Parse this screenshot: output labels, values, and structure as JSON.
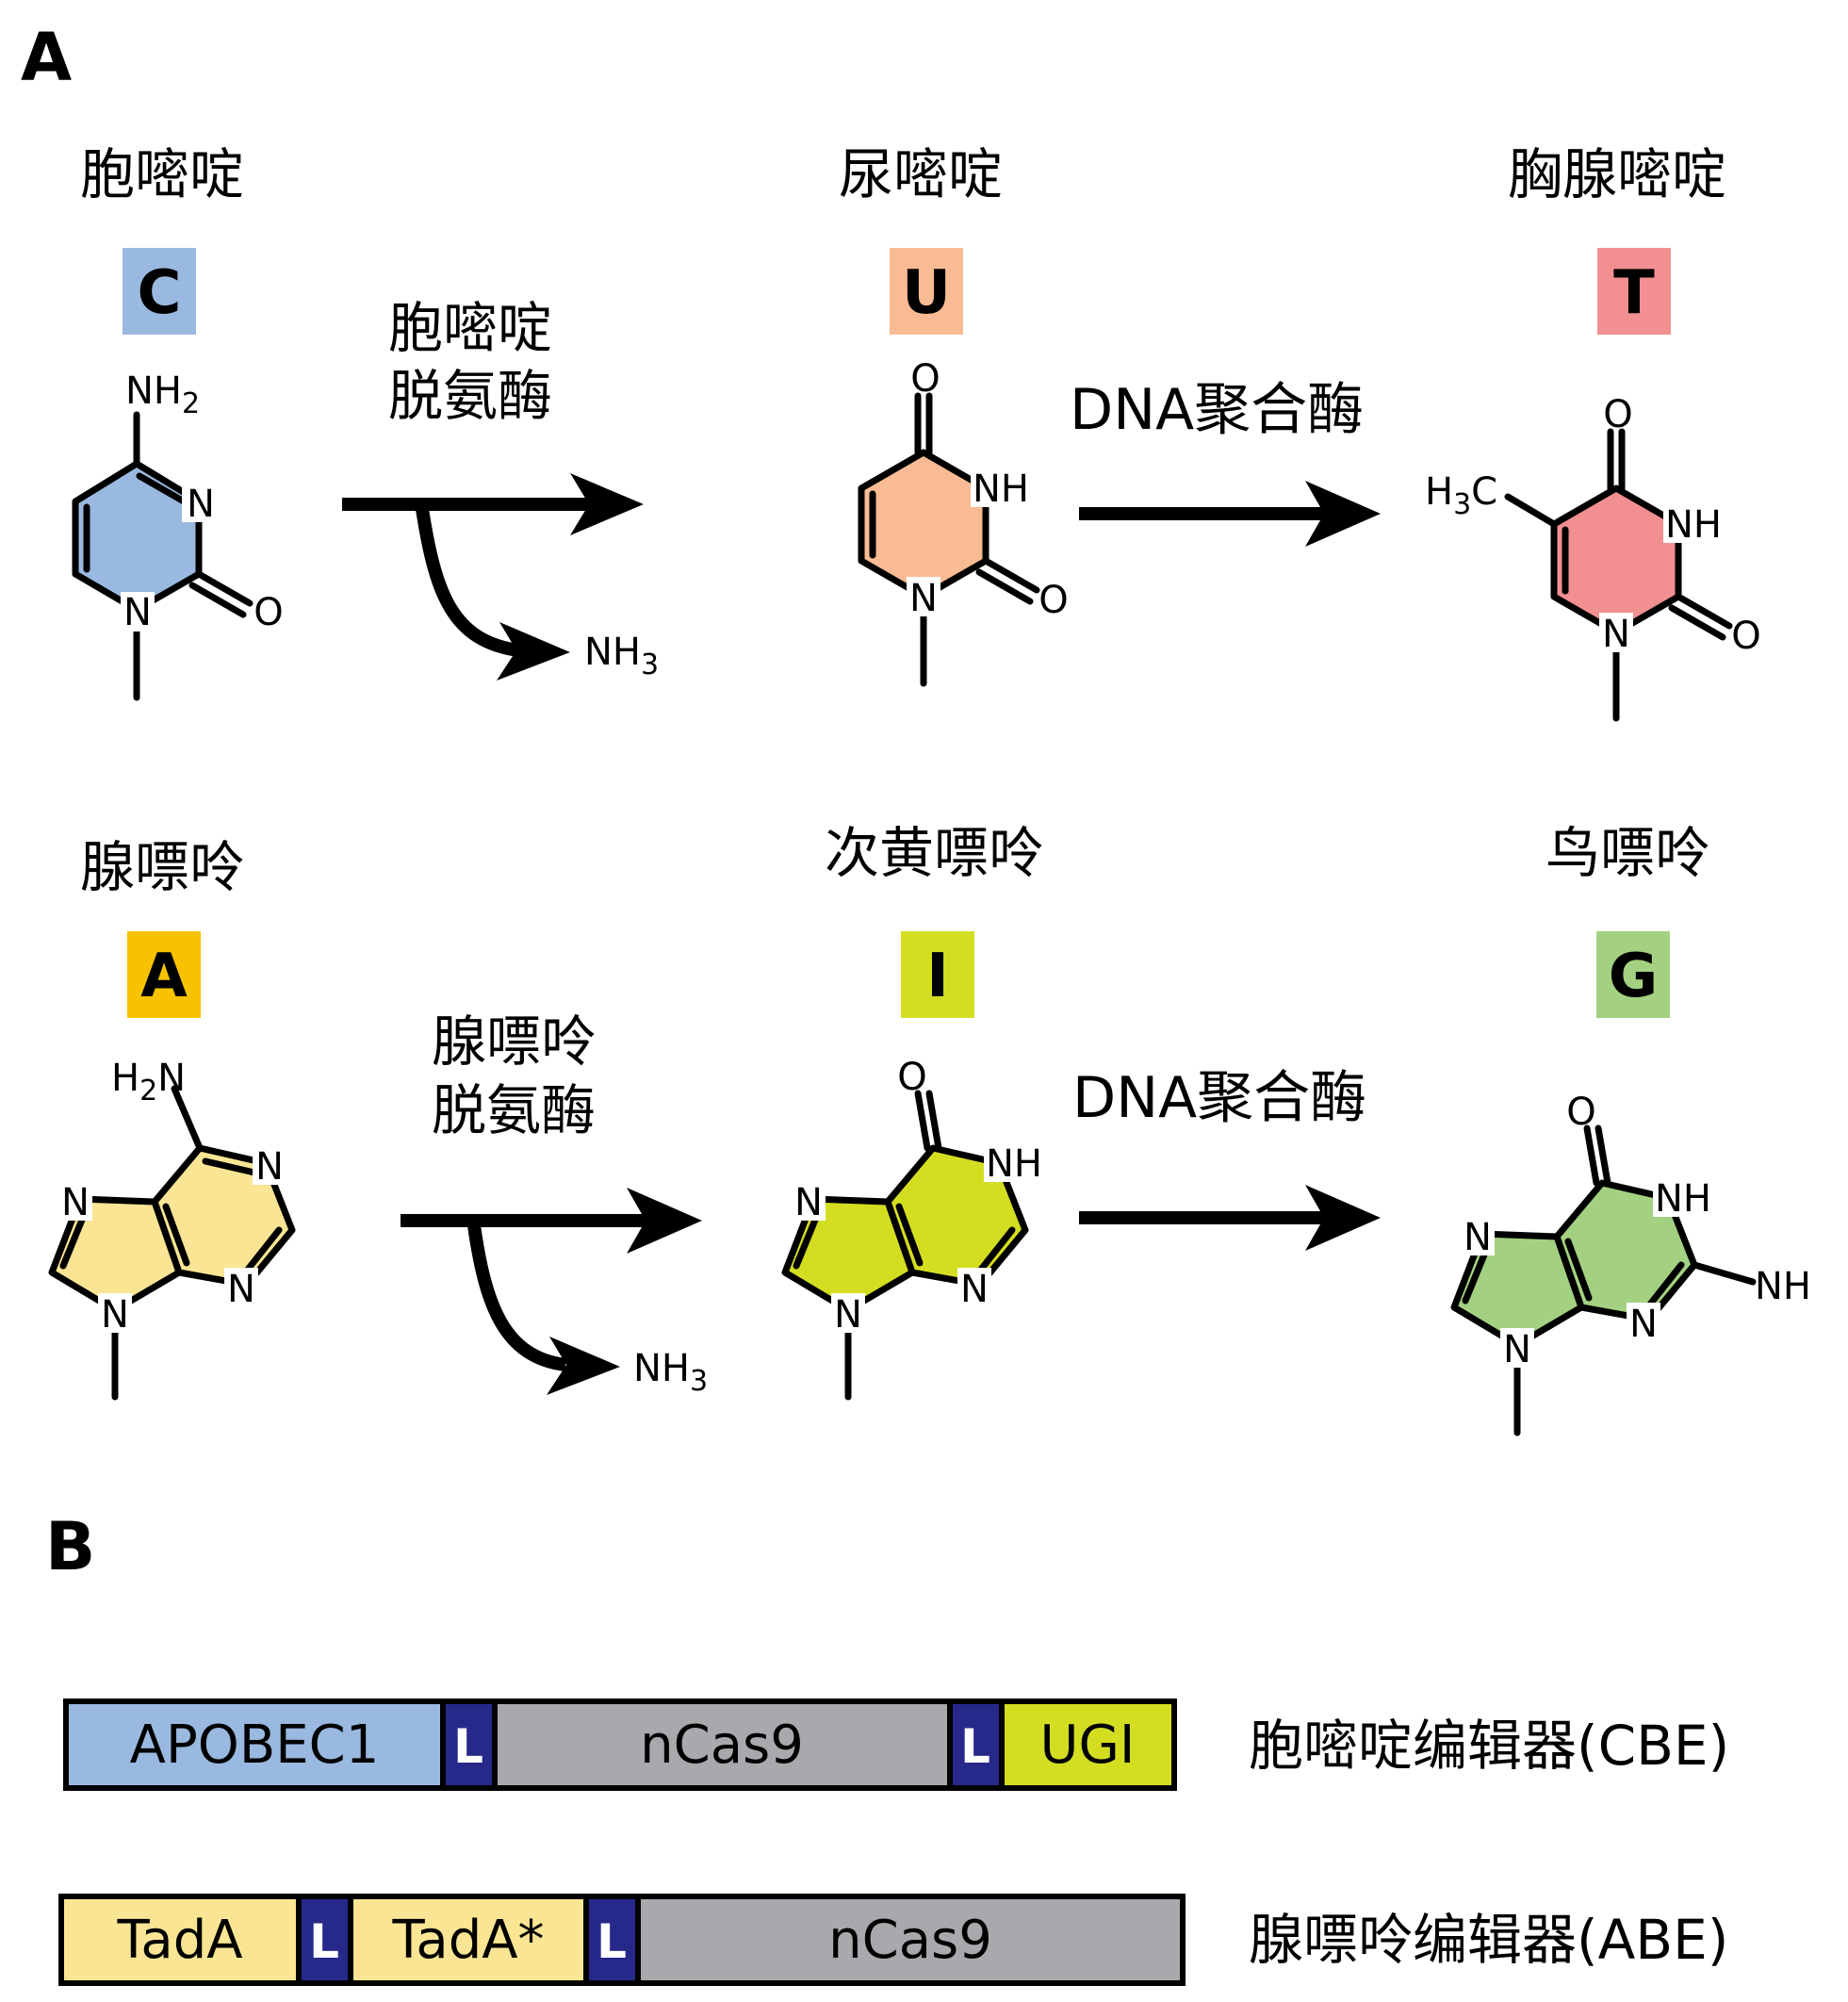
{
  "panels": {
    "a": "A",
    "b": "B"
  },
  "colors": {
    "cytosine": "#9ab9e0",
    "uracil": "#f8bb93",
    "thymine": "#f28f91",
    "adenine": "#f9e593",
    "adenine_badge": "#f7c200",
    "inosine": "#d4de21",
    "guanine": "#a3d181",
    "linker": "#27298a",
    "ncas9": "#a7a9ac"
  },
  "bases": {
    "cytosine": {
      "name": "胞嘧啶",
      "code": "C"
    },
    "uracil": {
      "name": "尿嘧啶",
      "code": "U"
    },
    "thymine": {
      "name": "胸腺嘧啶",
      "code": "T"
    },
    "adenine": {
      "name": "腺嘌呤",
      "code": "A"
    },
    "hypoxanthine": {
      "name": "次黄嘌呤",
      "code": "I"
    },
    "guanine": {
      "name": "鸟嘌呤",
      "code": "G"
    }
  },
  "atoms": {
    "N": "N",
    "NH": "NH",
    "O": "O",
    "NH2": "NH",
    "NH2_sub": "2",
    "H2N_H": "H",
    "H2N_sub": "2",
    "H2N_N": "N",
    "H3C_H": "H",
    "H3C_sub": "3",
    "H3C_C": "C",
    "NH3": "NH",
    "NH3_sub": "3"
  },
  "reactions": {
    "cytidine_deaminase": {
      "line1": "胞嘧啶",
      "line2": "脱氨酶"
    },
    "adenosine_deaminase": {
      "line1": "腺嘌呤",
      "line2": "脱氨酶"
    },
    "dna_polymerase": "DNA聚合酶"
  },
  "editors": {
    "cbe": {
      "label": "胞嘧啶编辑器(CBE)",
      "domains": [
        "APOBEC1",
        "L",
        "nCas9",
        "L",
        "UGI"
      ]
    },
    "abe": {
      "label": "腺嘌呤编辑器(ABE)",
      "domains": [
        "TadA",
        "L",
        "TadA*",
        "L",
        "nCas9"
      ]
    }
  }
}
